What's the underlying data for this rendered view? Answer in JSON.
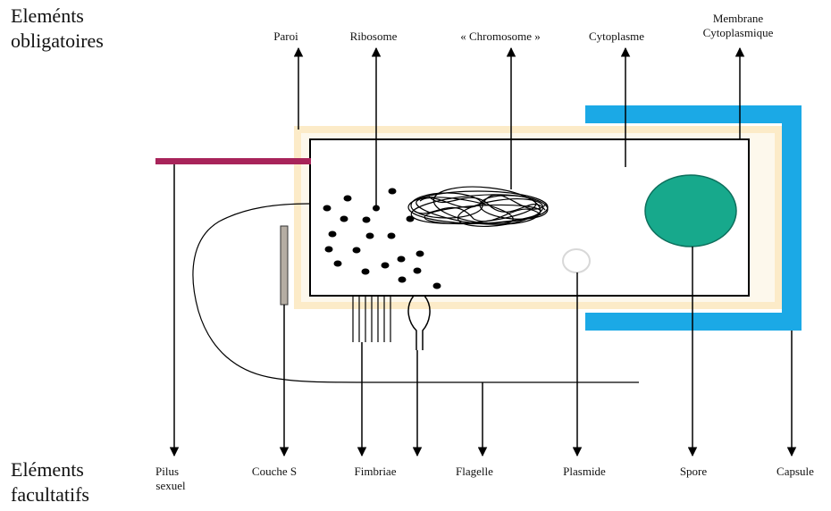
{
  "headings": {
    "mandatory_line1": "Eleménts",
    "mandatory_line2": "obligatoires",
    "optional_line1": "Eléments",
    "optional_line2": "facultatifs"
  },
  "top_labels": {
    "paroi": "Paroi",
    "ribosome": "Ribosome",
    "chromosome": "« Chromosome »",
    "cytoplasme": "Cytoplasme",
    "membrane_line1": "Membrane",
    "membrane_line2": "Cytoplasmique"
  },
  "bottom_labels": {
    "pilus_line1": "Pilus",
    "pilus_line2": "sexuel",
    "couche_s": "Couche S",
    "fimbriae": "Fimbriae",
    "flagelle": "Flagelle",
    "plasmide": "Plasmide",
    "spore": "Spore",
    "capsule": "Capsule"
  },
  "colors": {
    "capsule": "#1ba9e6",
    "wall": "#fcebc8",
    "wall_fill": "#fdf8ec",
    "pilus": "#a8245a",
    "spore": "#17a98c",
    "s_layer": "#b5ada3",
    "ink": "#000000"
  }
}
